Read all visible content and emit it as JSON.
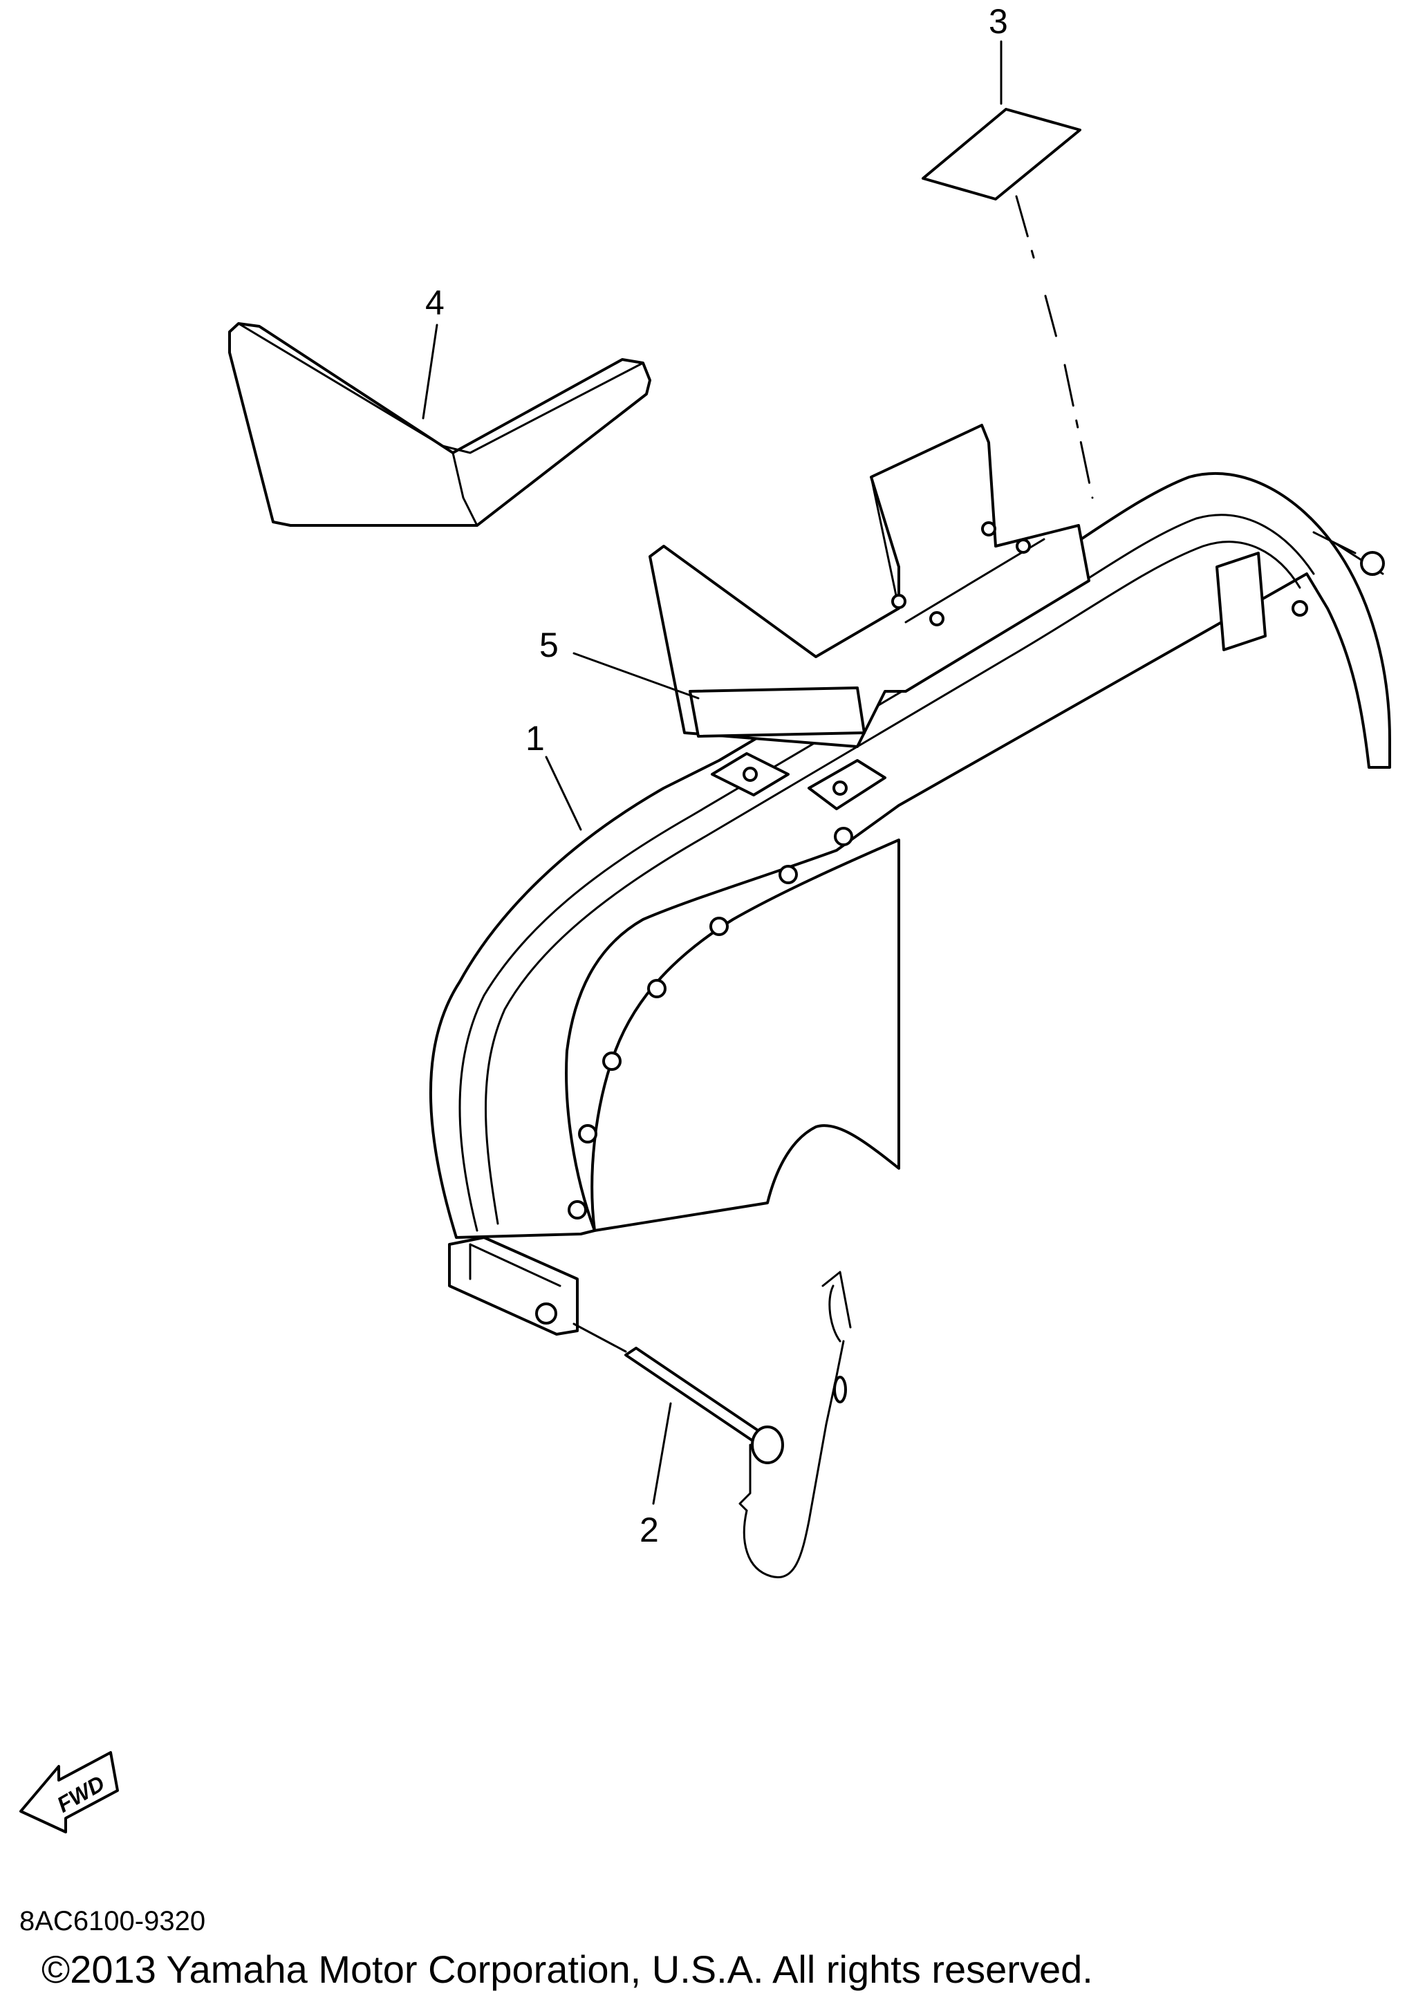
{
  "callouts": [
    {
      "number": "1",
      "part": "fender"
    },
    {
      "number": "2",
      "part": "pin-with-lanyard"
    },
    {
      "number": "3",
      "part": "decal-small"
    },
    {
      "number": "4",
      "part": "pad-v-shaped"
    },
    {
      "number": "5",
      "part": "decal-rectangular"
    }
  ],
  "direction_indicator": {
    "label": "FWD",
    "icon": "fwd-arrow-icon"
  },
  "diagram_code": "8AC6100-9320",
  "copyright": "©2013 Yamaha Motor Corporation, U.S.A. All rights reserved."
}
